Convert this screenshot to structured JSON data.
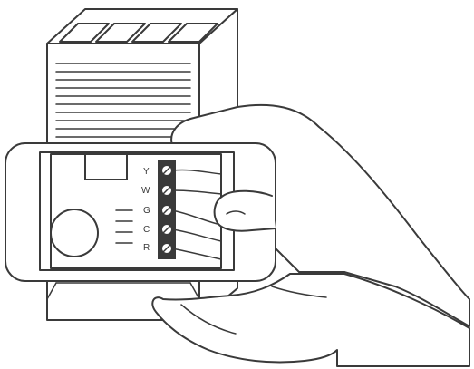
{
  "terminals": [
    {
      "label": "Y",
      "connected": true
    },
    {
      "label": "W",
      "connected": true
    },
    {
      "label": "G",
      "connected": true
    },
    {
      "label": "C",
      "connected": true
    },
    {
      "label": "R",
      "connected": true
    }
  ],
  "colors": {
    "line": "#3a3a3a",
    "background": "#ffffff"
  }
}
